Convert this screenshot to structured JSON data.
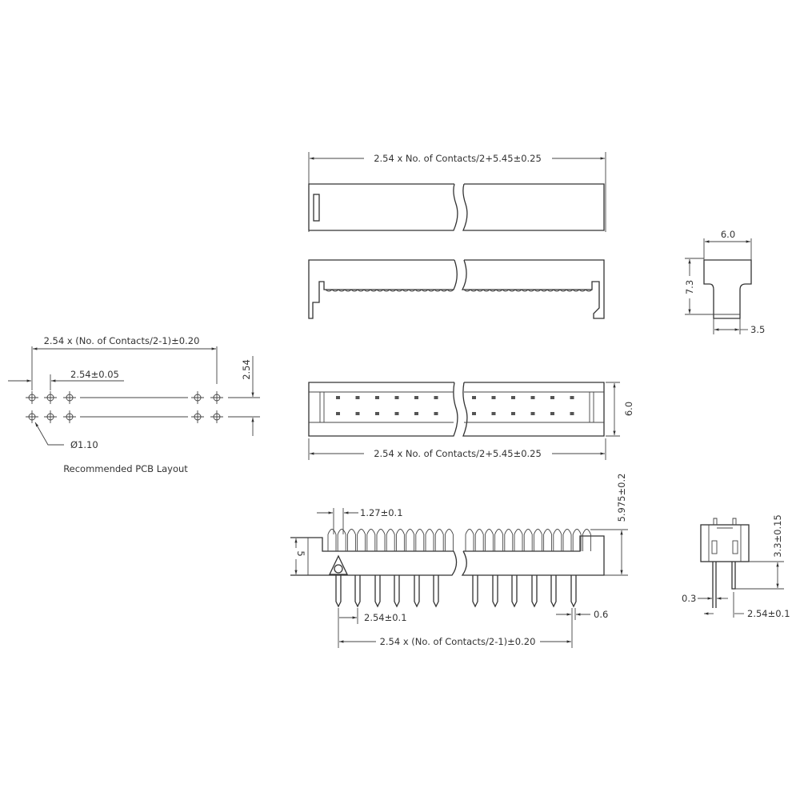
{
  "top_view": {
    "width_dim": "2.54 x No. of Contacts/2+5.45±0.25"
  },
  "front_view": {
    "width_dim": "2.54 x No. of Contacts/2+5.45±0.25",
    "height_dim": "6.0"
  },
  "end_view": {
    "width_dim": "6.0",
    "height_dim": "7.3",
    "base_dim": "3.5"
  },
  "pcb_layout": {
    "pitch_span_dim": "2.54 x (No. of Contacts/2-1)±0.20",
    "pitch_dim": "2.54±0.05",
    "row_pitch_dim": "2.54",
    "hole_dim": "Ø1.10",
    "caption": "Recommended PCB Layout"
  },
  "side_view": {
    "contact_pitch_dim": "1.27±0.1",
    "body_height_dim": "5",
    "overall_height_dim": "5.975±0.2",
    "pin_pitch_dim": "2.54±0.1",
    "pin_width_dim": "0.6",
    "pin_span_dim": "2.54 x (No. of Contacts/2-1)±0.20"
  },
  "pin_end_view": {
    "pin_length_dim": "3.3±0.15",
    "pin_thickness_dim": "0.3",
    "pin_pitch_dim": "2.54±0.1"
  }
}
